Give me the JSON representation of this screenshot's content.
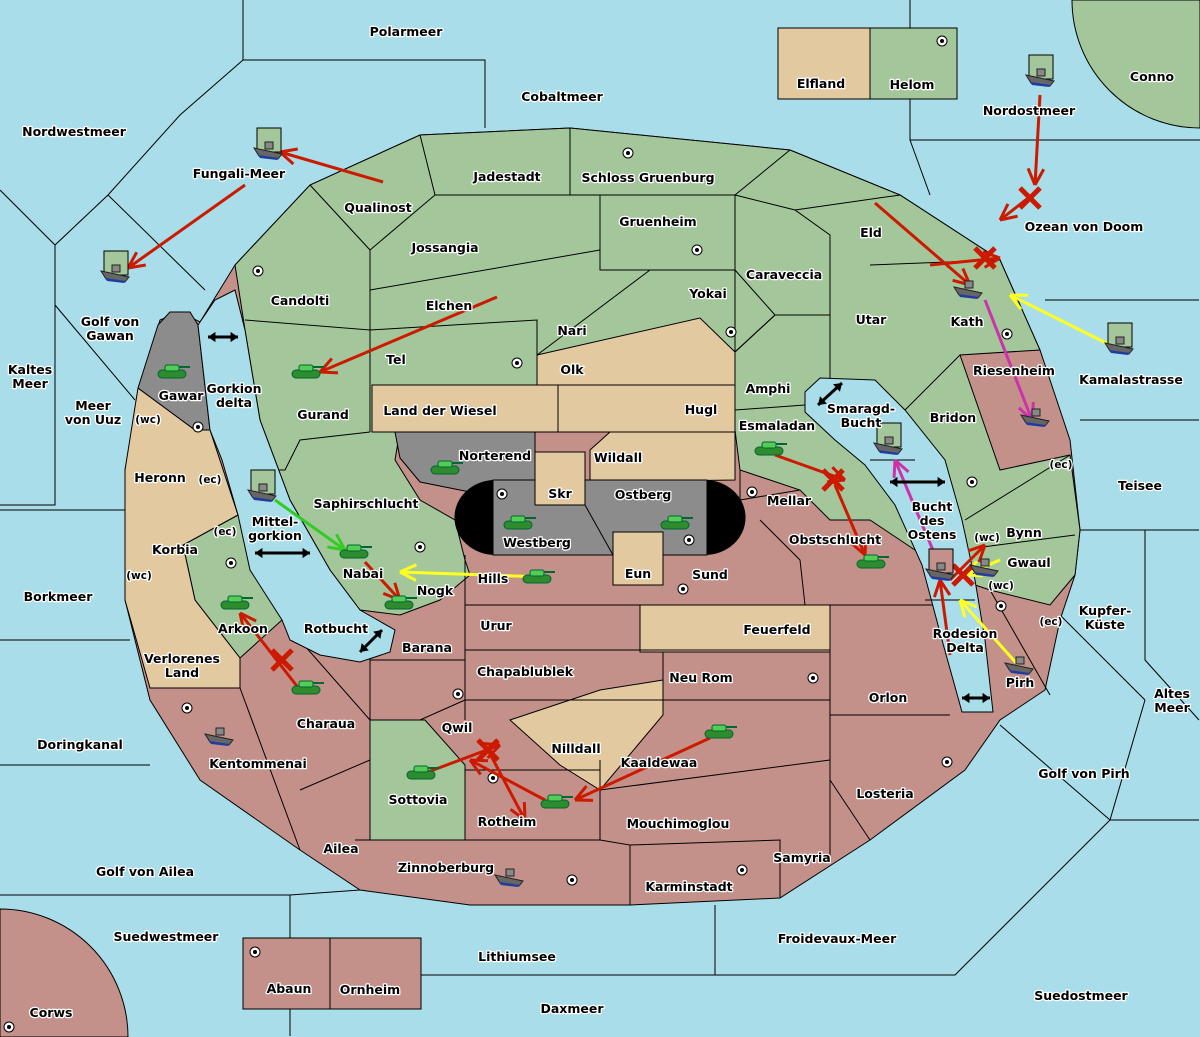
{
  "colors": {
    "sea": "#a8dde9",
    "green_power": "#a3c79b",
    "pink_power": "#c4918a",
    "tan_neutral": "#e3c9a0",
    "gray_power": "#8c8c8c",
    "move_order": "#cc1a00",
    "support_order": "#ffff22",
    "convoy_order": "#cc33aa",
    "green_order": "#33cc22"
  },
  "labels": [
    "Polarmeer",
    "Cobaltmeer",
    "Nordwestmeer",
    "Elfland",
    "Helom",
    "Conno",
    "Nordostmeer",
    "Fungali-Meer",
    "Qualinost",
    "Jadestadt",
    "Schloss Gruenburg",
    "Ozean von Doom",
    "Gruenheim",
    "Eld",
    "Jossangia",
    "Caraveccia",
    "Candolti",
    "Yokai",
    "Elchen",
    "Utar",
    "Kath",
    "Nari",
    "Kamalastrasse",
    "Tel",
    "Olk",
    "Riesenheim",
    "Gawar",
    "Amphi",
    "Land der Wiesel",
    "Gurand",
    "Hugl",
    "Bridon",
    "Heronn",
    "Esmaladan",
    "Norterend",
    "Wildall",
    "Teisee",
    "Skr",
    "Ostberg",
    "Mellar",
    "Saphirschlucht",
    "Westberg",
    "Bynn",
    "Obstschlucht",
    "Korbia",
    "Gwaul",
    "Eun",
    "Sund",
    "Nabai",
    "Hills",
    "Nogk",
    "Borkmeer",
    "Urur",
    "Rotbucht",
    "Arkoon",
    "Feuerfeld",
    "Barana",
    "Chapablublek",
    "Neu Rom",
    "Pirh",
    "Orlon",
    "Charaua",
    "Qwil",
    "Nilldall",
    "Doringkanal",
    "Kentommenai",
    "Kaaldewaa",
    "Golf von Pirh",
    "Losteria",
    "Sottovia",
    "Rotheim",
    "Mouchimoglou",
    "Ailea",
    "Samyria",
    "Golf von Ailea",
    "Zinnoberburg",
    "Karminstadt",
    "Suedwestmeer",
    "Froidevaux-Meer",
    "Lithiumsee",
    "Abaun",
    "Ornheim",
    "Suedostmeer",
    "Daxmeer",
    "Corws"
  ],
  "multiline_labels": [
    [
      "Golf von",
      "Gawan"
    ],
    [
      "Kaltes",
      "Meer"
    ],
    [
      "Gorkion",
      "delta"
    ],
    [
      "Meer",
      "von Uuz"
    ],
    [
      "Smaragd-",
      "Bucht"
    ],
    [
      "Bucht",
      "des",
      "Ostens"
    ],
    [
      "Mittel-",
      "gorkion"
    ],
    [
      "Kupfer-",
      "Küste"
    ],
    [
      "Rodesion",
      "Delta"
    ],
    [
      "Verlorenes",
      "Land"
    ],
    [
      "Altes",
      "Meer"
    ]
  ],
  "coast_labels": [
    "(wc)",
    "(ec)",
    "(ec)",
    "(wc)",
    "(ec)",
    "(wc)",
    "(wc)",
    "(ec)"
  ],
  "units": [
    {
      "type": "army",
      "province": "Gawar"
    },
    {
      "type": "army",
      "province": "Gurand"
    },
    {
      "type": "army",
      "province": "Norterend"
    },
    {
      "type": "army",
      "province": "Westberg"
    },
    {
      "type": "army",
      "province": "Ostberg"
    },
    {
      "type": "army",
      "province": "Esmaladan"
    },
    {
      "type": "army",
      "province": "Obstschlucht"
    },
    {
      "type": "army",
      "province": "Nabai"
    },
    {
      "type": "army",
      "province": "Nogk"
    },
    {
      "type": "army",
      "province": "Hills"
    },
    {
      "type": "army",
      "province": "Arkoon"
    },
    {
      "type": "army",
      "province": "Charaua"
    },
    {
      "type": "army",
      "province": "Sottovia"
    },
    {
      "type": "army",
      "province": "Rotheim"
    },
    {
      "type": "army",
      "province": "Kaaldewaa"
    },
    {
      "type": "fleet",
      "province": "Fungali-Meer"
    },
    {
      "type": "fleet",
      "province": "Golf von Gawan"
    },
    {
      "type": "fleet",
      "province": "Mittel-gorkion"
    },
    {
      "type": "fleet",
      "province": "Nordostmeer"
    },
    {
      "type": "fleet",
      "province": "Kath"
    },
    {
      "type": "fleet",
      "province": "Kamalastrasse"
    },
    {
      "type": "fleet",
      "province": "Riesenheim"
    },
    {
      "type": "fleet",
      "province": "Smaragd-Bucht"
    },
    {
      "type": "fleet",
      "province": "Bucht des Ostens"
    },
    {
      "type": "fleet",
      "province": "Gwaul"
    },
    {
      "type": "fleet",
      "province": "Pirh"
    },
    {
      "type": "fleet",
      "province": "Kentommenai"
    },
    {
      "type": "fleet",
      "province": "Zinnoberburg"
    }
  ]
}
